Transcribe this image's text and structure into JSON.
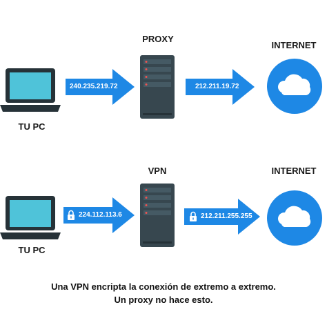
{
  "colors": {
    "arrow": "#1e88e5",
    "server": "#37474f",
    "server_slot": "#455a64",
    "cloud_circle": "#1e88e5",
    "cloud": "#ffffff",
    "laptop_screen": "#4fc3d9",
    "laptop_frame": "#263238"
  },
  "proxy_row": {
    "pc_label": "TU PC",
    "server_label": "PROXY",
    "internet_label": "INTERNET",
    "ip_left": "240.235.219.72",
    "ip_right": "212.211.19.72"
  },
  "vpn_row": {
    "pc_label": "TU PC",
    "server_label": "VPN",
    "internet_label": "INTERNET",
    "ip_left": "224.112.113.6",
    "ip_right": "212.211.255.255",
    "lock_icons": [
      "lock-icon",
      "lock-icon"
    ]
  },
  "caption": {
    "line1": "Una VPN encripta la conexión de extremo a extremo.",
    "line2": "Un proxy no hace esto."
  }
}
